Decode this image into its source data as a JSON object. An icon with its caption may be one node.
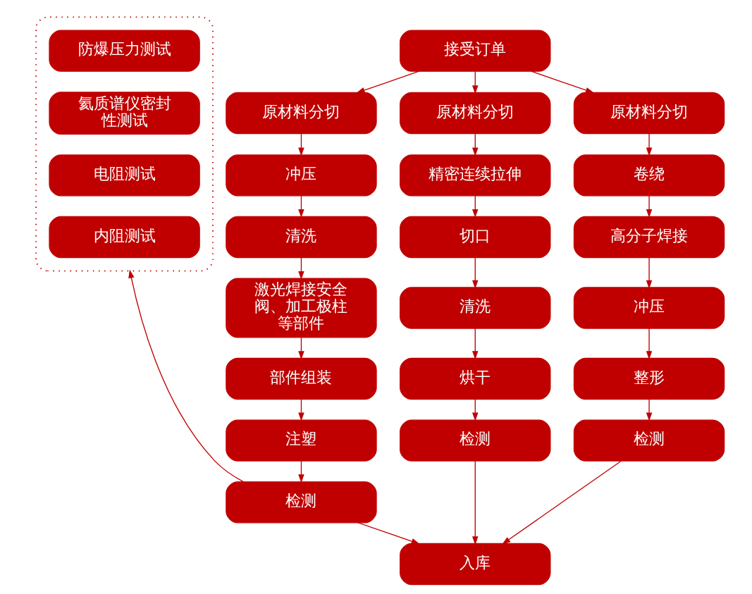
{
  "diagram": {
    "nodes": [
      {
        "text": [
          "接受订单"
        ]
      },
      {
        "text": [
          "原材料分切"
        ]
      },
      {
        "text": [
          "原材料分切"
        ]
      },
      {
        "text": [
          "原材料分切"
        ]
      },
      {
        "text": [
          "冲压"
        ]
      },
      {
        "text": [
          "清洗"
        ]
      },
      {
        "text": [
          "激光焊接安全阀、加工极柱等部件"
        ]
      },
      {
        "text": [
          "部件组装"
        ]
      },
      {
        "text": [
          "注塑"
        ]
      },
      {
        "text": [
          "检测"
        ]
      },
      {
        "text": [
          "精密连续拉伸"
        ]
      },
      {
        "text": [
          "切口"
        ]
      },
      {
        "text": [
          "清洗"
        ]
      },
      {
        "text": [
          "烘干"
        ]
      },
      {
        "text": [
          "检测"
        ]
      },
      {
        "text": [
          "卷绕"
        ]
      },
      {
        "text": [
          "高分子焊接"
        ]
      },
      {
        "text": [
          "冲压"
        ]
      },
      {
        "text": [
          "整形"
        ]
      },
      {
        "text": [
          "检测"
        ]
      },
      {
        "text": [
          "入库"
        ]
      },
      {
        "text": [],
        "shape": "box"
      },
      {
        "text": [
          "防爆压力测试"
        ],
        "in": 21
      },
      {
        "text": [
          "氦质谱仪密封性测试"
        ],
        "in": 21
      },
      {
        "text": [
          "电阻测试"
        ],
        "in": 21
      },
      {
        "text": [
          "内阻测试"
        ],
        "in": 21
      }
    ],
    "edges": [
      {
        "from": 0,
        "to": 1,
        "arrow": "to"
      },
      {
        "from": 0,
        "to": 2,
        "arrow": "to"
      },
      {
        "from": 0,
        "to": 3,
        "arrow": "to"
      },
      {
        "from": 1,
        "to": 4,
        "arrow": "to"
      },
      {
        "from": 4,
        "to": 5,
        "arrow": "to"
      },
      {
        "from": 5,
        "to": 6,
        "arrow": "to"
      },
      {
        "from": 6,
        "to": 7,
        "arrow": "to"
      },
      {
        "from": 7,
        "to": 8,
        "arrow": "to"
      },
      {
        "from": 8,
        "to": 9,
        "arrow": "to"
      },
      {
        "from": 2,
        "to": 10,
        "arrow": "to"
      },
      {
        "from": 10,
        "to": 11,
        "arrow": "to"
      },
      {
        "from": 11,
        "to": 12,
        "arrow": "to"
      },
      {
        "from": 12,
        "to": 13,
        "arrow": "to"
      },
      {
        "from": 13,
        "to": 14,
        "arrow": "to"
      },
      {
        "from": 3,
        "to": 15,
        "arrow": "to"
      },
      {
        "from": 15,
        "to": 16,
        "arrow": "to"
      },
      {
        "from": 16,
        "to": 17,
        "arrow": "to"
      },
      {
        "from": 17,
        "to": 18,
        "arrow": "to"
      },
      {
        "from": 18,
        "to": 19,
        "arrow": "to"
      },
      {
        "from": 9,
        "to": 20,
        "arrow": "to"
      },
      {
        "from": 14,
        "to": 20,
        "arrow": "to"
      },
      {
        "from": 19,
        "to": 20,
        "arrow": "to"
      },
      {
        "from": 9,
        "to": 21,
        "arrow": "to"
      }
    ]
  }
}
